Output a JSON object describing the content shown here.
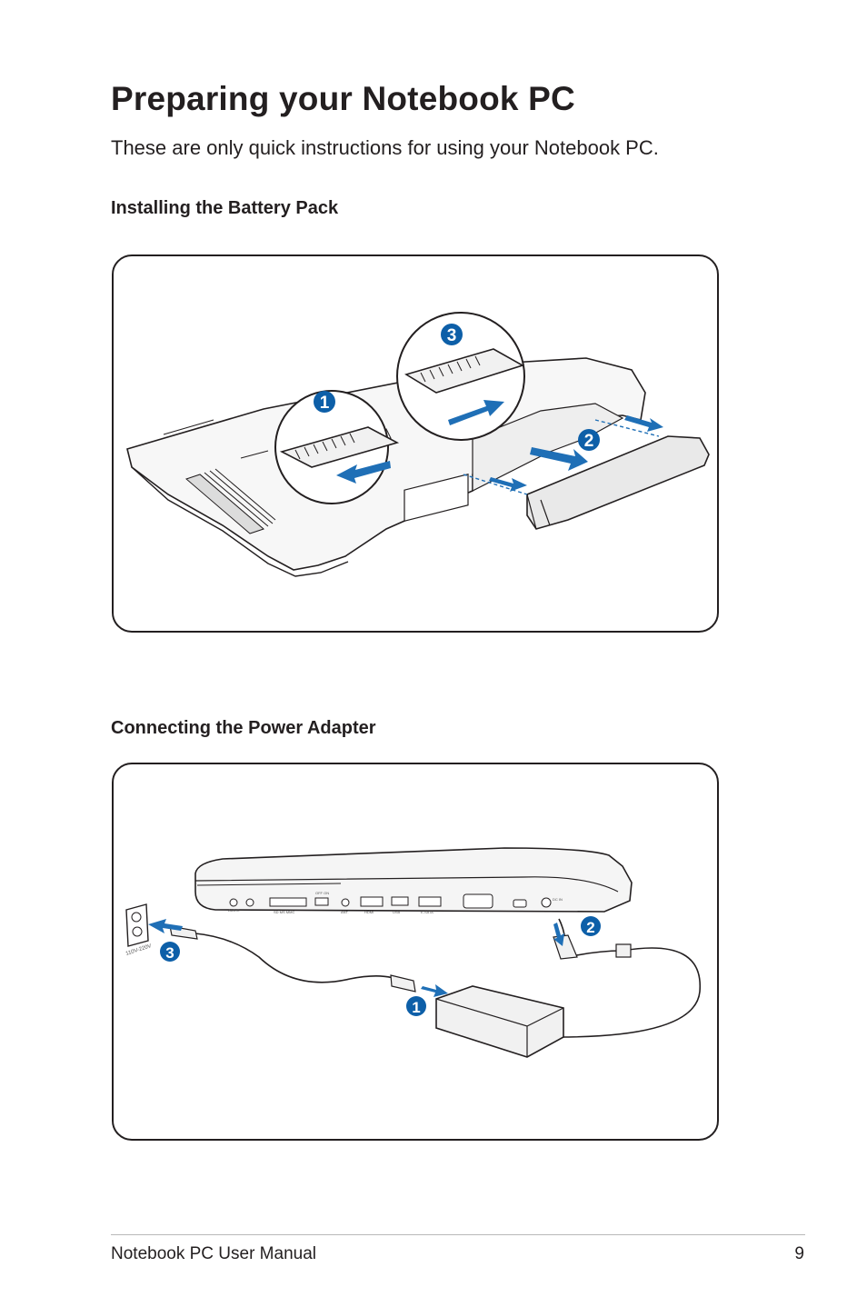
{
  "page": {
    "title": "Preparing your Notebook PC",
    "intro": "These are only quick instructions for using your Notebook PC."
  },
  "sections": [
    {
      "heading": "Installing the Battery Pack",
      "steps": [
        "1",
        "2",
        "3"
      ]
    },
    {
      "heading": "Connecting the Power Adapter",
      "steps": [
        "1",
        "2",
        "3"
      ],
      "wall_label": "110V-220V",
      "port_labels": {
        "audio": "AUDIO",
        "card": "SD MS MMC",
        "switch": "OFF ON",
        "antenna": "ANT.",
        "hdmi": "HDMI",
        "usb": "USB",
        "esata": "E-SATA",
        "dc": "DC IN"
      }
    }
  ],
  "footer": {
    "manual_name": "Notebook PC User Manual",
    "page_number": "9"
  },
  "colors": {
    "badge": "#0d5fa8",
    "arrow": "#1f6fb6",
    "line": "#231f20",
    "fill_gray": "#e9e9e9"
  }
}
